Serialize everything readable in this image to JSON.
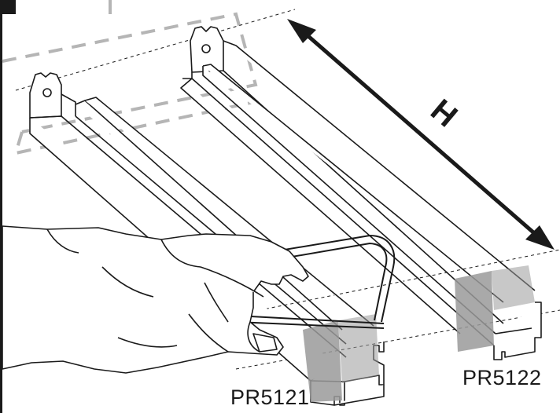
{
  "dimension": {
    "label": "H"
  },
  "parts": [
    {
      "code": "PR5121"
    },
    {
      "code": "PR5122"
    }
  ],
  "colors": {
    "line": "#1a1a1a",
    "cut_zone": "#9a9a9a",
    "template_outline": "#b5b5b5",
    "background": "#ffffff"
  },
  "icons": [
    "hacksaw-icon",
    "hand-icon",
    "dimension-arrow-icon"
  ]
}
